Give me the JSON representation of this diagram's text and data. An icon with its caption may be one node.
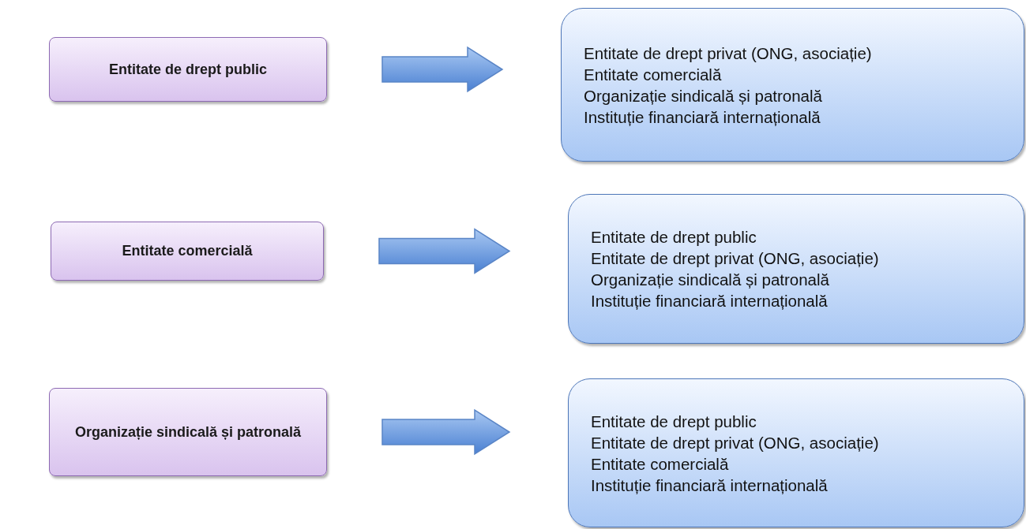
{
  "diagram": {
    "nodes": [
      {
        "text": [
          "Entitate de drept public"
        ]
      },
      {
        "text": [
          "Entitate comercială"
        ]
      },
      {
        "text": [
          "Organizație sindicală și patronală"
        ]
      },
      {
        "text": [
          "Entitate de drept privat (ONG, asociație)",
          "Entitate comercială",
          "Organizație sindicală și patronală",
          "Instituție financiară internațională"
        ]
      },
      {
        "text": [
          "Entitate de drept public",
          "Entitate de drept privat (ONG, asociație)",
          "Organizație sindicală și patronală",
          "Instituție financiară internațională"
        ]
      },
      {
        "text": [
          "Entitate de drept public",
          "Entitate de drept privat (ONG, asociație)",
          "Entitate comercială",
          "Instituție financiară internațională"
        ]
      }
    ],
    "edges": [
      {
        "from": 0,
        "to": 3,
        "arrow": "to"
      },
      {
        "from": 1,
        "to": 4,
        "arrow": "to"
      },
      {
        "from": 2,
        "to": 5,
        "arrow": "to"
      }
    ]
  }
}
